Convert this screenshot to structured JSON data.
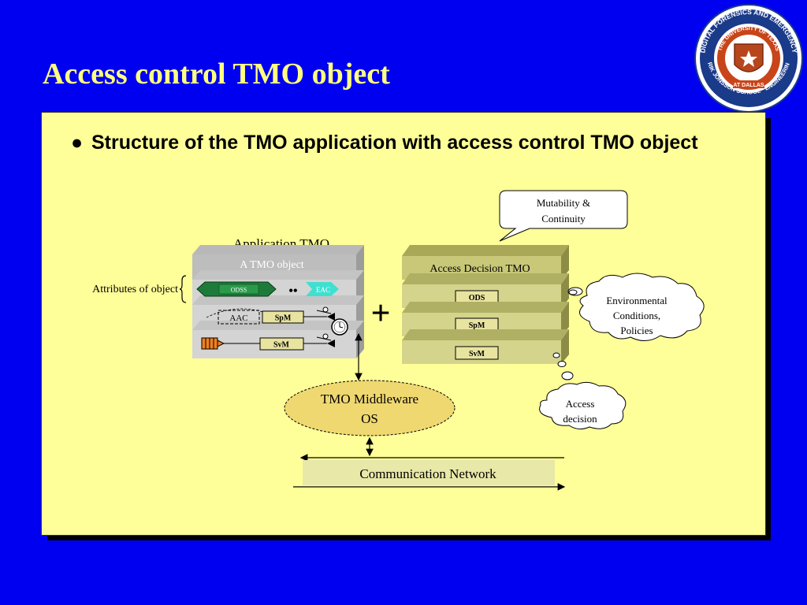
{
  "slide": {
    "title": "Access control TMO object",
    "bullet": "Structure of the TMO application with access control TMO object"
  },
  "logo": {
    "outer_text": "DIGITAL FORENSICS AND EMERGENCY PREPAREDNESS INSTITUTE · ERIK JONSSON SCHOOL ENGINEERING AND COMPUTER SCIENCE",
    "inner_text": "THE UNIVERSITY OF TEXAS",
    "bottom_text": "AT DALLAS",
    "icon": "university-seal-icon"
  },
  "diagram": {
    "app_tmo_label": "Application TMO",
    "tmo_object_label": "A TMO object",
    "attributes_label": "Attributes of object",
    "odss_label": "ODSS",
    "eac_label": "EAC",
    "ellipsis": "••",
    "aac_label": "AAC",
    "spm_label": "SpM",
    "svm_label": "SvM",
    "plus_sign": "+",
    "access_decision_tmo_label": "Access Decision TMO",
    "ods_label": "ODS",
    "mutability_line1": "Mutability &",
    "mutability_line2": "Continuity",
    "env_line1": "Environmental",
    "env_line2": "Conditions,",
    "env_line3": "Policies",
    "access_line1": "Access",
    "access_line2": "decision",
    "middleware_line1": "TMO Middleware",
    "middleware_line2": "OS",
    "network_label": "Communication Network"
  },
  "colors": {
    "background": "#0000f0",
    "title": "#ffff80",
    "panel": "#ffff99",
    "slab_top": "#c0c0c0",
    "slab_face": "#d4d4d4",
    "olive_top": "#a8a858",
    "olive_face": "#d4d48c",
    "odss": "#1e7a3a",
    "eac": "#40e0d0",
    "middleware": "#f0d870",
    "network": "#e8e8a8"
  }
}
